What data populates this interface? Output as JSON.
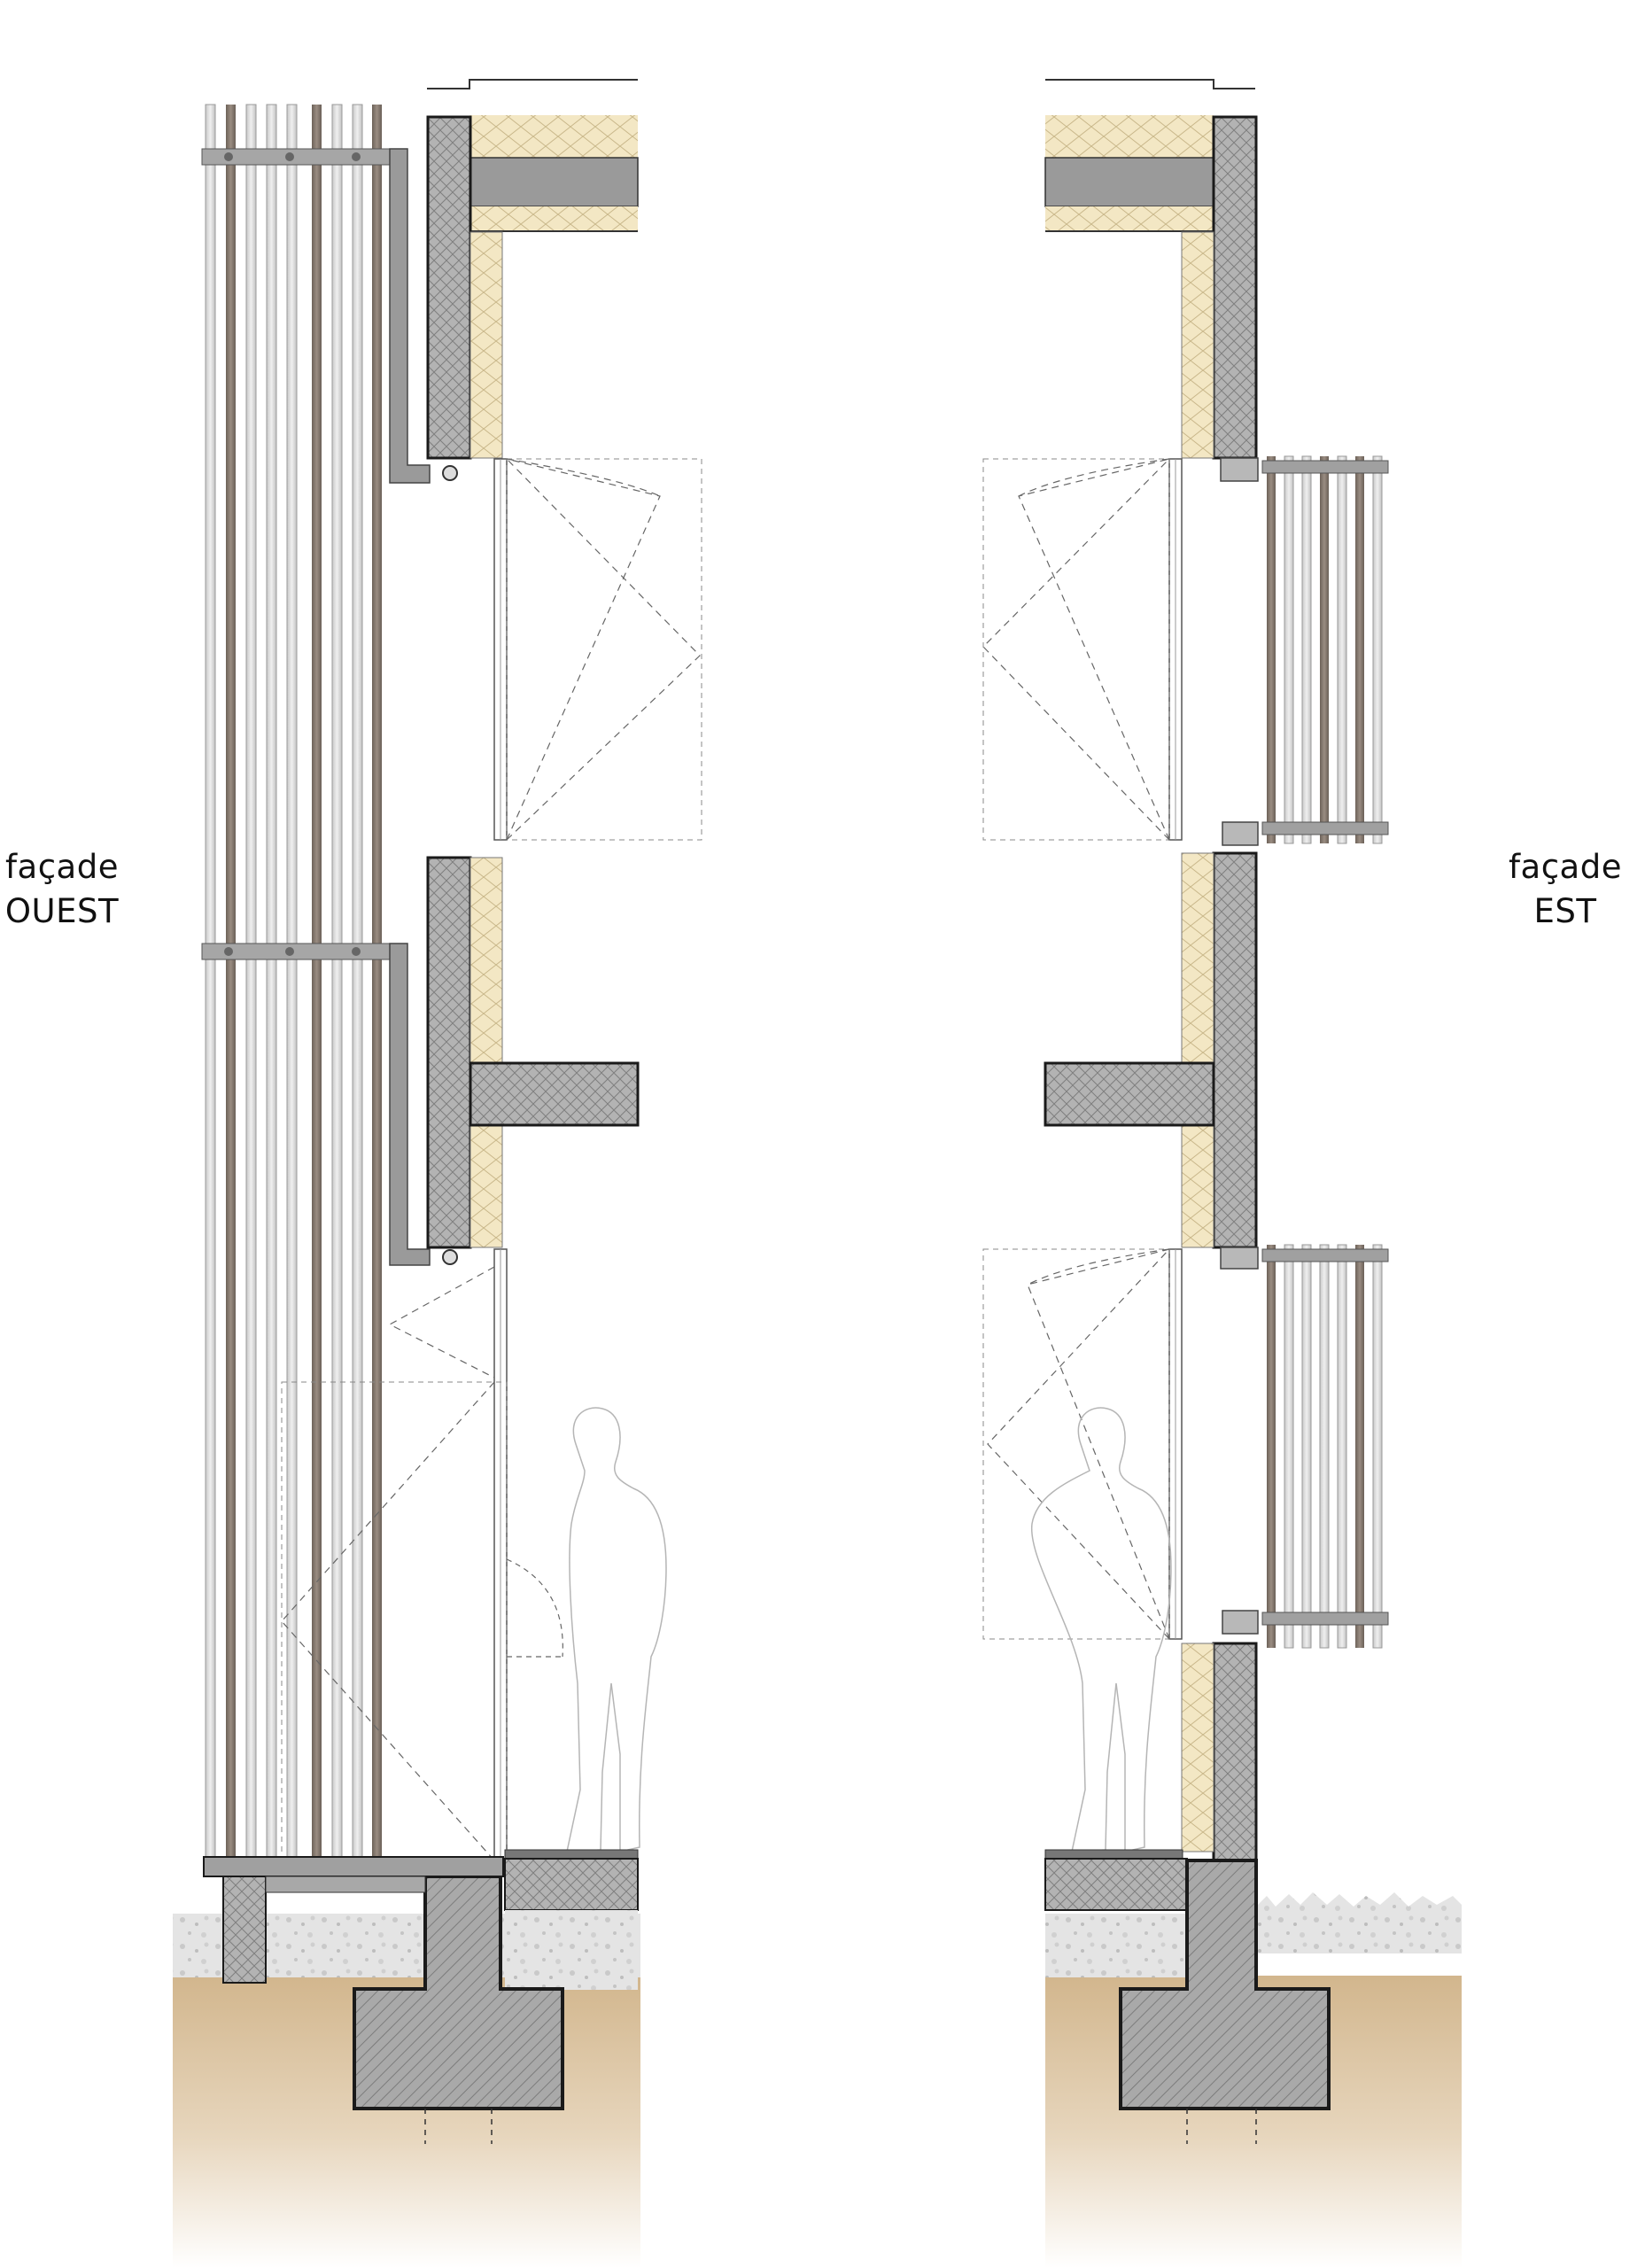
{
  "labels": {
    "west": {
      "line1": "façade",
      "line2": "OUEST"
    },
    "east": {
      "line1": "façade",
      "line2": "EST"
    }
  },
  "colors": {
    "concrete": "#bdbdbd",
    "concrete_dark": "#8c8c8c",
    "insulation": "#f3e7c4",
    "wood_slat": "#8b7d72",
    "metal_slat": "#d9d9d9",
    "soil": "#d8c2a3",
    "gravel": "#e8e8e8",
    "outline": "#1a1a1a"
  }
}
